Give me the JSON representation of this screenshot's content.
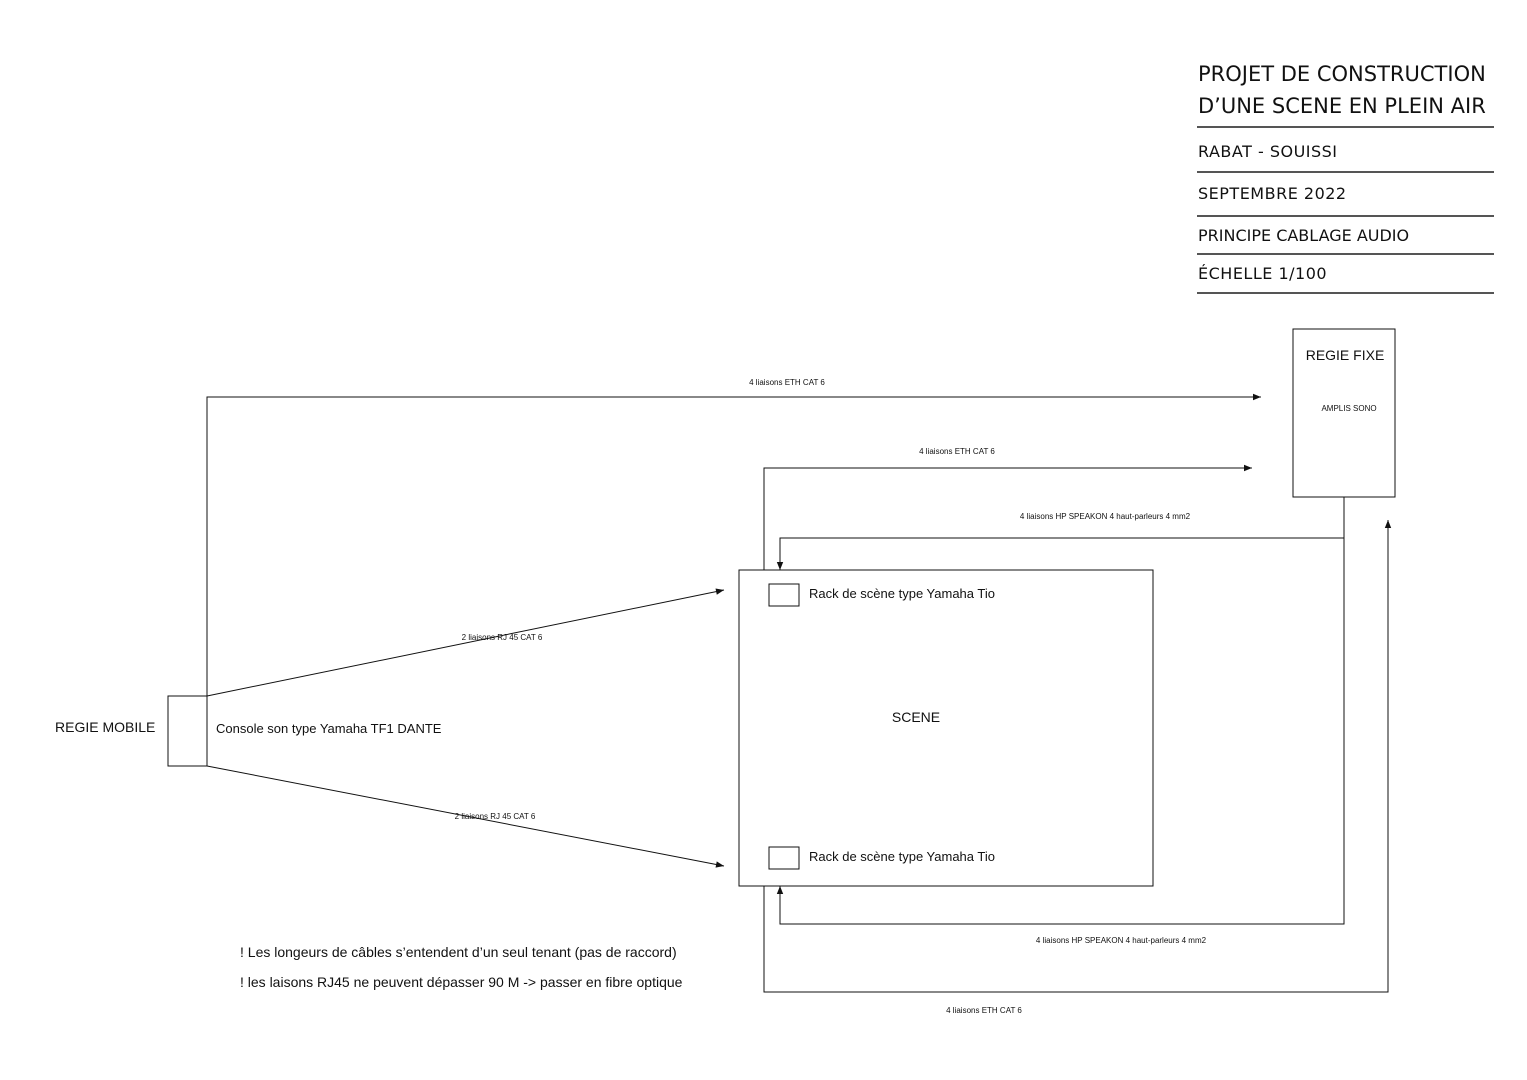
{
  "title_block": {
    "title_line1": "PROJET DE CONSTRUCTION",
    "title_line2": "D’UNE SCENE EN PLEIN AIR",
    "location": "RABAT - SOUISSI",
    "date": "SEPTEMBRE 2022",
    "subject": "PRINCIPE CABLAGE AUDIO",
    "scale": "ÉCHELLE 1/100"
  },
  "regie_mobile": {
    "label": "REGIE MOBILE",
    "console": "Console son type Yamaha TF1 DANTE"
  },
  "regie_fixe": {
    "label": "REGIE FIXE",
    "amplis": "AMPLIS SONO"
  },
  "scene": {
    "label": "SCENE",
    "rack_top": "Rack de scène type Yamaha Tio",
    "rack_bottom": "Rack de scène type Yamaha Tio"
  },
  "links": {
    "eth_top": "4 liaisons ETH CAT 6",
    "eth_mid": "4 liaisons ETH CAT 6",
    "hp_top": "4 liaisons HP SPEAKON 4 haut-parleurs 4 mm2",
    "rj45_top": "2 liaisons RJ 45 CAT 6",
    "rj45_bottom": "2 liaisons RJ 45 CAT 6",
    "hp_bottom": "4 liaisons HP SPEAKON 4 haut-parleurs 4 mm2",
    "eth_bottom": "4 liaisons ETH CAT 6"
  },
  "notes": {
    "note1": "! Les longeurs de câbles s’entendent d’un seul tenant (pas de raccord)",
    "note2": "! les laisons RJ45 ne peuvent dépasser 90 M -> passer en fibre optique"
  },
  "colors": {
    "line": "#111111",
    "background": "#ffffff",
    "rule": "#555555"
  }
}
